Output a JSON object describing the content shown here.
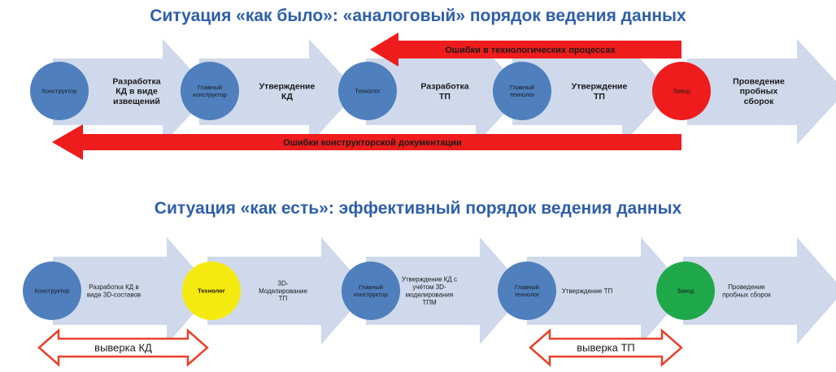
{
  "top": {
    "title": "Ситуация «как было»: «аналоговый» порядок ведения данных",
    "error_arrow_top": "Ошибки в технологических процессах",
    "error_arrow_bottom": "Ошибки конструкторской документации",
    "steps": [
      {
        "role": [
          "Конструктор"
        ],
        "task": [
          "Разработка",
          "КД в виде",
          "извещений"
        ],
        "color": "#4f7fbd"
      },
      {
        "role": [
          "Главный",
          "конструктор"
        ],
        "task": [
          "Утверждение",
          "КД"
        ],
        "color": "#4f7fbd"
      },
      {
        "role": [
          "Технолог"
        ],
        "task": [
          "Разработка",
          "ТП"
        ],
        "color": "#4f7fbd"
      },
      {
        "role": [
          "Главный",
          "технолог"
        ],
        "task": [
          "Утверждение",
          "ТП"
        ],
        "color": "#4f7fbd"
      },
      {
        "role": [
          "Завод"
        ],
        "task": [
          "Проведение",
          "пробных",
          "сборок"
        ],
        "color": "#ee1c1c"
      }
    ]
  },
  "bottom": {
    "title": "Ситуация «как есть»: эффективный порядок ведения данных",
    "steps": [
      {
        "role": [
          "Конструктор"
        ],
        "task": [
          "Разработка КД в",
          "виде 3D-составов"
        ],
        "color": "#4f7fbd"
      },
      {
        "role": [
          "Технолог"
        ],
        "task": [
          "3D-",
          "Моделирование",
          "ТП"
        ],
        "color": "#f5ea10"
      },
      {
        "role": [
          "Главный",
          "конструктор"
        ],
        "task": [
          "Утверждение КД с",
          "учётом 3D-",
          "моделирования",
          "ТПМ"
        ],
        "color": "#4f7fbd"
      },
      {
        "role": [
          "Главный",
          "технолог"
        ],
        "task": [
          "Утверждение ТП"
        ],
        "color": "#4f7fbd"
      },
      {
        "role": [
          "Завод"
        ],
        "task": [
          "Проведение",
          "пробных сборок"
        ],
        "color": "#1fa84a"
      }
    ],
    "check_arrows": [
      "выверка КД",
      "выверка ТП"
    ]
  }
}
